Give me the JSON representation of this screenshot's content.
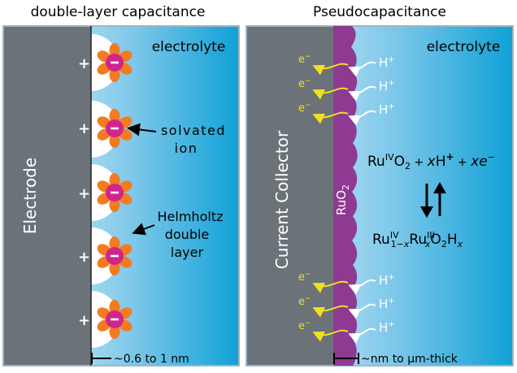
{
  "left_panel": {
    "title": "double-layer capacitance",
    "electrode_label": "Electrode",
    "electrolyte_label": "electrolyte",
    "solvated_label_line1": "solvated",
    "solvated_label_line2": "ion",
    "helmholtz_line1": "Helmholtz",
    "helmholtz_line2": "double",
    "helmholtz_line3": "layer",
    "scale_label": "~0.6 to 1 nm",
    "plus_sign": "+",
    "minus_sign": "−"
  },
  "right_panel": {
    "title": "Pseudocapacitance",
    "collector_label": "Current Collector",
    "electrolyte_label": "electrolyte",
    "ruo2_label_base": "RuO",
    "ruo2_label_sub": "2",
    "electron_label": "e",
    "electron_sup": "−",
    "proton_label": "H",
    "proton_sup": "+",
    "equation_top": {
      "ru": "Ru",
      "ox_iv": "IV",
      "o": "O",
      "o_sub": "2",
      "plus1": " + ",
      "x1": "x",
      "h": "H",
      "h_sup": "+",
      "plus2": " + ",
      "x2": "x",
      "e": "e",
      "e_sup": "−"
    },
    "equation_bottom": {
      "ru1": "Ru",
      "ox_iv": "IV",
      "sub1": "1−",
      "sub1x": "x",
      "ru2": "Ru",
      "ox_iii": "III",
      "subx": "x",
      "o": "O",
      "o_sub": "2",
      "h": "H",
      "h_subx": "x"
    },
    "scale_label_prefix": "~nm to ",
    "scale_label_mu": "μ",
    "scale_label_suffix": "m-thick"
  },
  "colors": {
    "electrode": "#6b7378",
    "electrolyte_light": "#cfe9f6",
    "electrolyte_dark": "#1aa6d8",
    "ion_center": "#d0258c",
    "ion_petal": "#f47b20",
    "ruo2": "#8e3a92",
    "electron_arrow": "#f0e020"
  }
}
